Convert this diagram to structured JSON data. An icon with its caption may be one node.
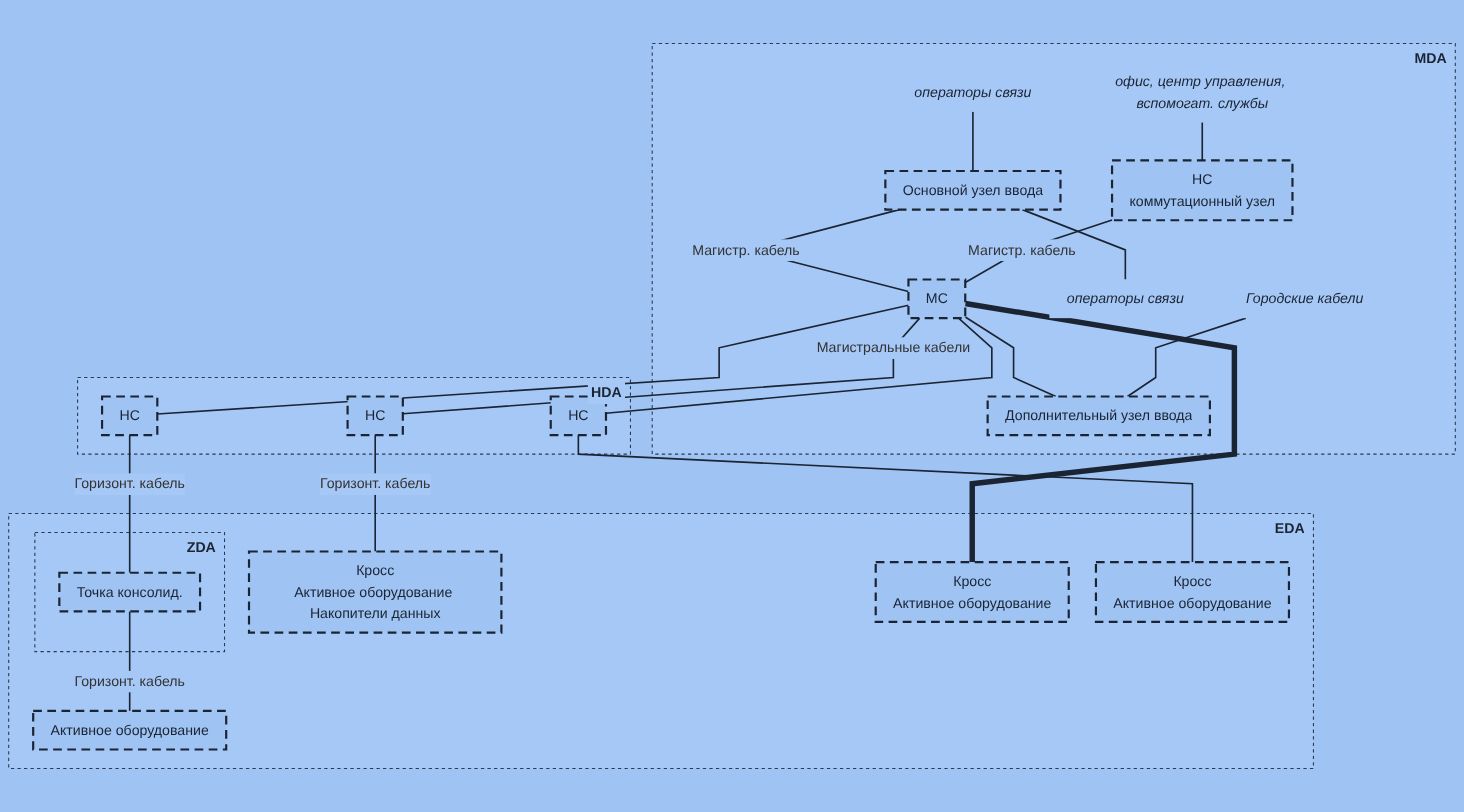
{
  "diagram": {
    "nodes": [
      {
        "text": [
          "MDA"
        ]
      },
      {
        "text": [
          "Основной узел ввода"
        ],
        "in": 0
      },
      {
        "text": [
          "МС"
        ],
        "in": 0
      },
      {
        "text": [
          "НС",
          "коммутационный узел"
        ],
        "in": 0
      },
      {
        "text": [
          "Дополнительный узел ввода"
        ],
        "in": 0
      },
      {
        "text": [
          "операторы связи"
        ],
        "in": 0
      },
      {
        "text": [
          "операторы связи"
        ],
        "in": 0
      },
      {
        "text": [
          "офис, центр управления, вспомогат. службы"
        ],
        "in": 0
      },
      {
        "text": [
          "Городские кабели"
        ],
        "in": 0
      },
      {
        "text": [
          "HDA"
        ]
      },
      {
        "text": [
          "НС"
        ],
        "in": 9
      },
      {
        "text": [
          "НС"
        ],
        "in": 9
      },
      {
        "text": [
          "НС"
        ],
        "in": 9
      },
      {
        "text": [
          "EDA"
        ]
      },
      {
        "text": [
          "ZDA"
        ],
        "in": 13
      },
      {
        "text": [
          "Точка консолид."
        ],
        "in": 14
      },
      {
        "text": [
          "Кросс",
          "Активное оборудование Накопители данных"
        ],
        "in": 13
      },
      {
        "text": [
          "Кросс",
          "Активное оборудование"
        ],
        "in": 13
      },
      {
        "text": [
          "Кросс",
          "Активное оборудование"
        ],
        "in": 13
      },
      {
        "text": [
          "Активное оборудование"
        ],
        "in": 13
      }
    ],
    "edges": [
      {
        "from": 5,
        "to": 1,
        "arrow": "none"
      },
      {
        "from": 1,
        "to": 6,
        "arrow": "none"
      },
      {
        "from": 1,
        "to": 2,
        "arrow": "none",
        "label": "Магистр. кабель"
      },
      {
        "from": 7,
        "to": 3,
        "arrow": "none"
      },
      {
        "from": 3,
        "to": 2,
        "arrow": "none",
        "label": "Магистр. кабель"
      },
      {
        "from": 2,
        "to": 4,
        "arrow": "none"
      },
      {
        "from": 8,
        "to": 4,
        "arrow": "none"
      },
      {
        "from": 2,
        "to": 10,
        "arrow": "none",
        "label": "Магистральные кабели"
      },
      {
        "from": 2,
        "to": 11,
        "arrow": "none"
      },
      {
        "from": 2,
        "to": 12,
        "arrow": "none"
      },
      {
        "from": 2,
        "to": 17,
        "arrow": "none",
        "style": "thick"
      },
      {
        "from": 10,
        "to": 16,
        "arrow": "none",
        "label": "Горизонт. кабель"
      },
      {
        "from": 11,
        "to": 18,
        "arrow": "none"
      },
      {
        "from": 12,
        "to": 15,
        "arrow": "none",
        "label": "Горизонт. кабель"
      },
      {
        "from": 15,
        "to": 19,
        "arrow": "none",
        "label": "Горизонт. кабель"
      }
    ]
  }
}
